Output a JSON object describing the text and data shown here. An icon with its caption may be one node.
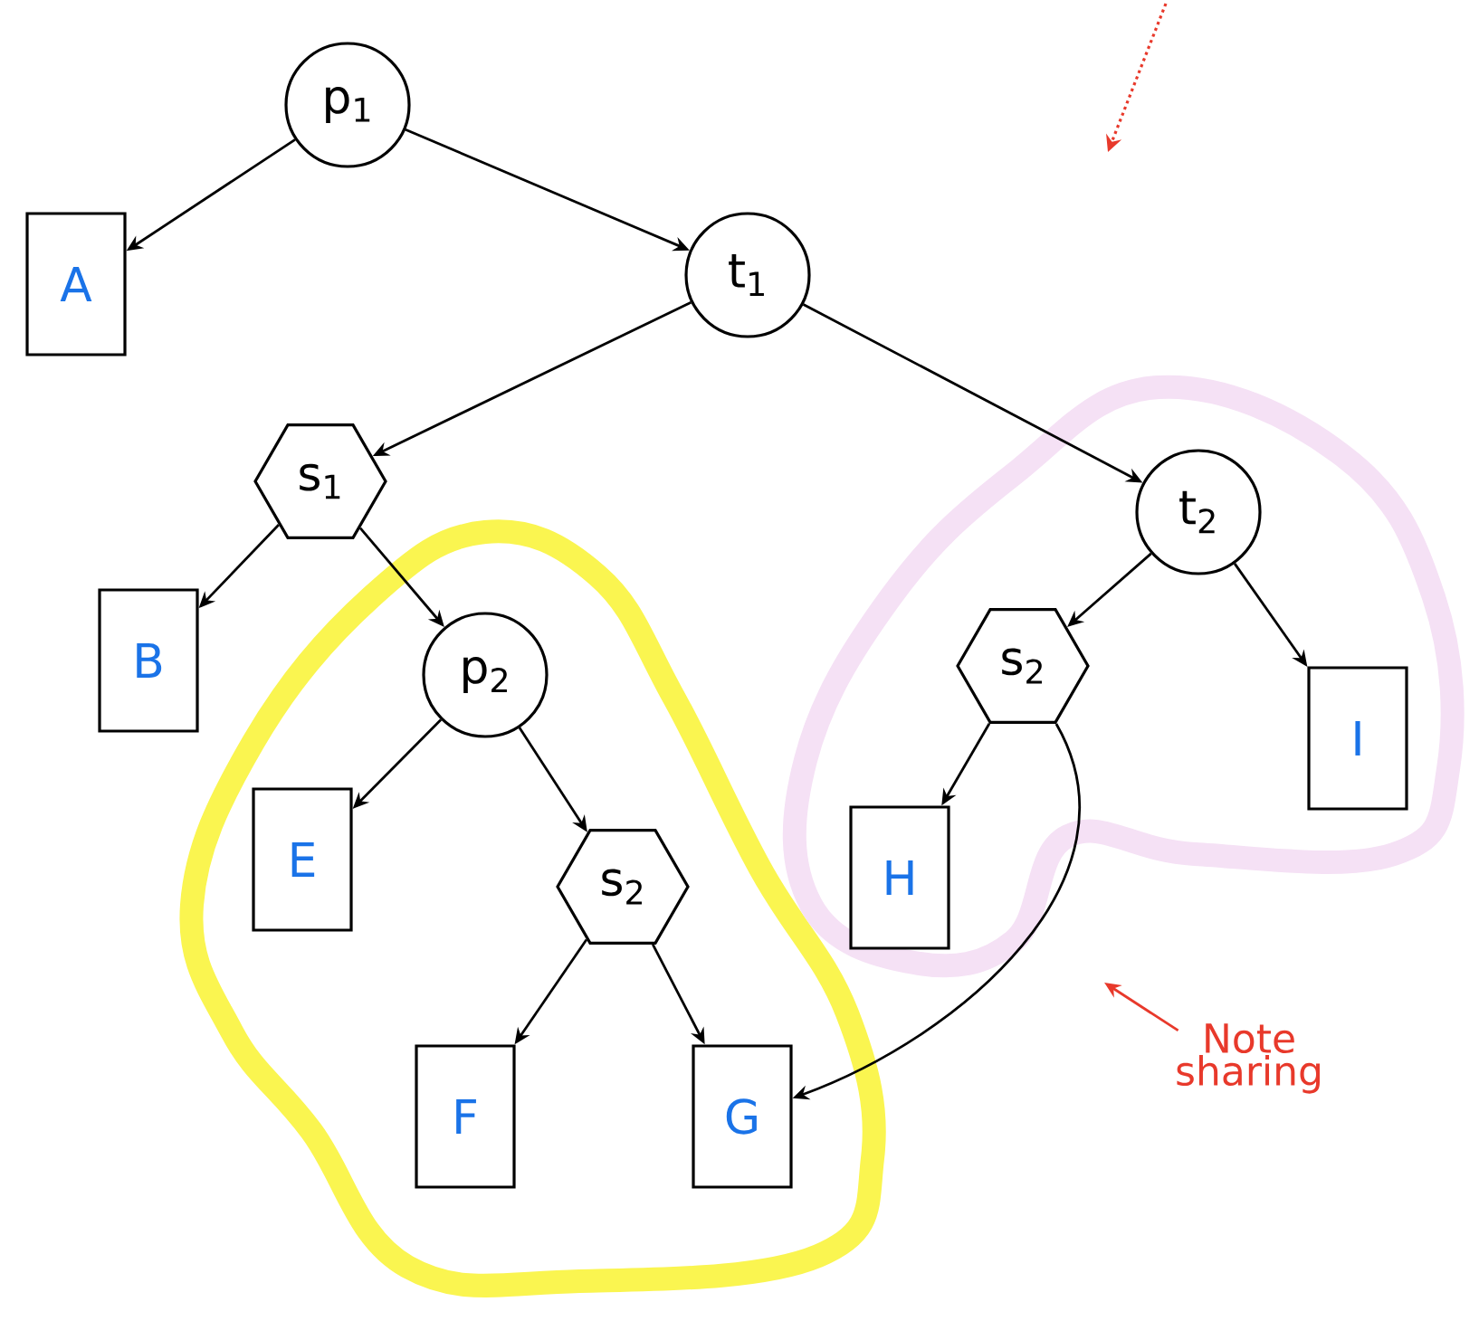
{
  "diagram": {
    "nodes": [
      {
        "text": [
          "p$_{1}$"
        ]
      },
      {
        "text": [
          "A"
        ]
      },
      {
        "text": [
          "t$_{1}$"
        ]
      },
      {
        "text": [
          "s$_{1}$"
        ]
      },
      {
        "text": [
          "B"
        ]
      },
      {
        "text": [
          "t$_{2}$"
        ]
      },
      {
        "text": [
          "p$_{2}$"
        ]
      },
      {
        "text": [
          "E"
        ]
      },
      {
        "text": [
          "s$_{2}$"
        ]
      },
      {
        "text": [
          "F"
        ]
      },
      {
        "text": [
          "G"
        ]
      },
      {
        "text": [
          "s$_{2}$"
        ]
      },
      {
        "text": [
          "H"
        ]
      },
      {
        "text": [
          "I"
        ]
      },
      {
        "text": [
          "Note sharing"
        ]
      }
    ],
    "edges": [
      {
        "from": 0,
        "to": 1,
        "arrow": "to"
      },
      {
        "from": 0,
        "to": 2,
        "arrow": "to"
      },
      {
        "from": 2,
        "to": 3,
        "arrow": "to"
      },
      {
        "from": 2,
        "to": 5,
        "arrow": "to"
      },
      {
        "from": 3,
        "to": 4,
        "arrow": "to"
      },
      {
        "from": 3,
        "to": 6,
        "arrow": "to"
      },
      {
        "from": 6,
        "to": 7,
        "arrow": "to"
      },
      {
        "from": 6,
        "to": 8,
        "arrow": "to"
      },
      {
        "from": 8,
        "to": 9,
        "arrow": "to"
      },
      {
        "from": 8,
        "to": 10,
        "arrow": "to"
      },
      {
        "from": 5,
        "to": 11,
        "arrow": "to"
      },
      {
        "from": 5,
        "to": 13,
        "arrow": "to"
      },
      {
        "from": 11,
        "to": 12,
        "arrow": "to"
      },
      {
        "from": 11,
        "to": 10,
        "arrow": "to"
      },
      {
        "from": 14,
        "to": null,
        "arrow": "to",
        "color": "#e8392b"
      }
    ]
  }
}
